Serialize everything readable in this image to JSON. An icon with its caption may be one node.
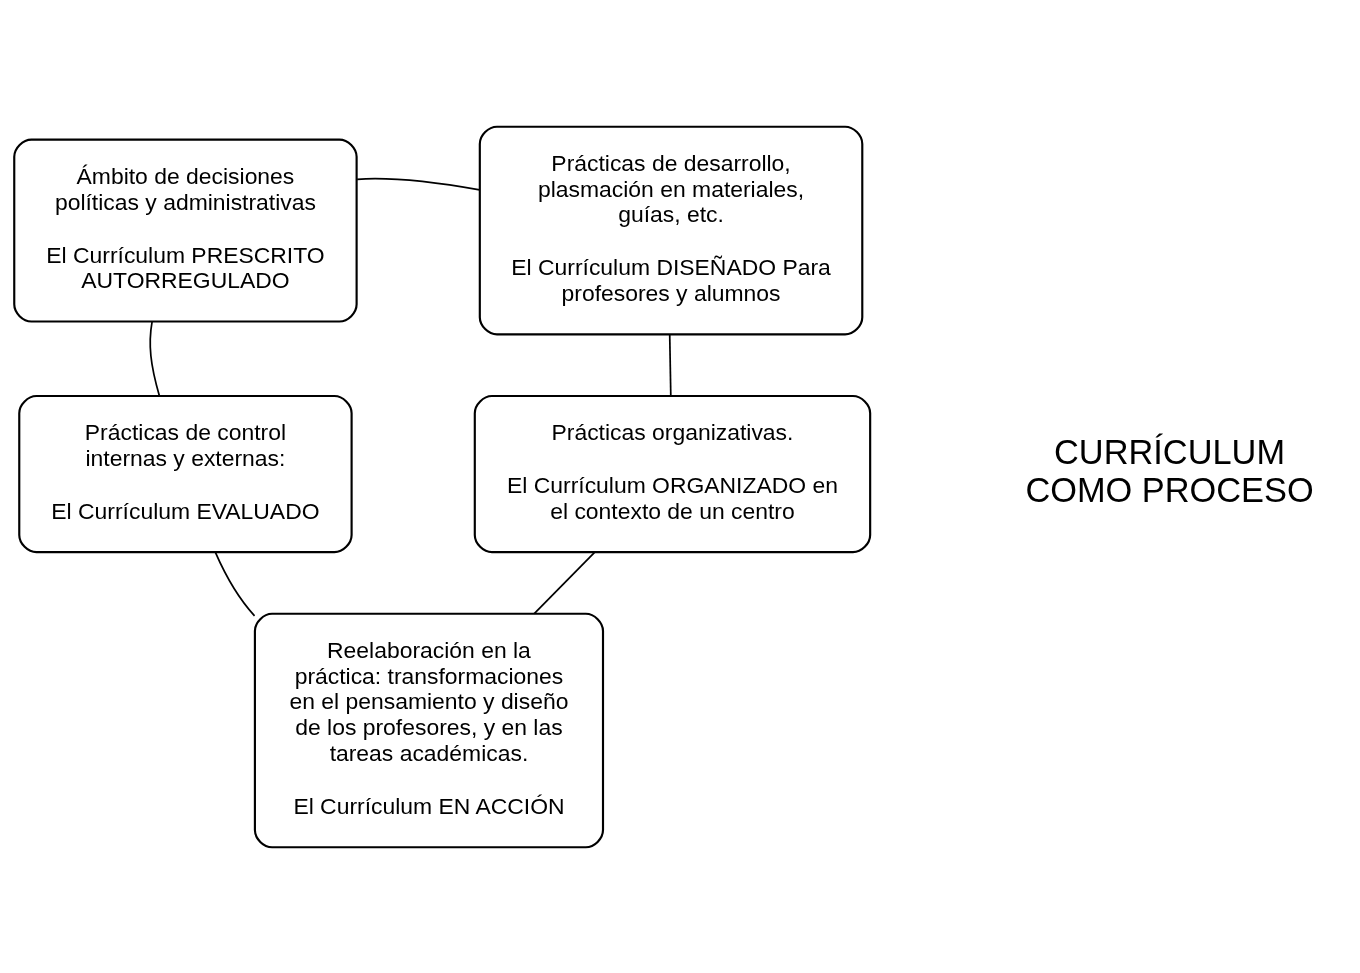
{
  "diagram": {
    "nodes": [
      {
        "text": [
          "Ámbito de decisiones políticas y administrativas",
          "El Currículum PRESCRITO AUTORREGULADO"
        ]
      },
      {
        "text": [
          "Prácticas de desarrollo, plasmación en materiales, guías, etc.",
          "El Currículum DISEÑADO Para profesores y alumnos"
        ]
      },
      {
        "text": [
          "Prácticas de control internas y externas:",
          "El Currículum EVALUADO"
        ]
      },
      {
        "text": [
          "Prácticas organizativas.",
          "El Currículum ORGANIZADO en el contexto de un centro"
        ]
      },
      {
        "text": [
          "Reelaboración en la práctica: transformaciones en el pensamiento y diseño de los profesores, y en las tareas académicas.",
          "El Currículum EN ACCIÓN"
        ]
      }
    ],
    "edges": [
      {
        "from": 0,
        "to": 1,
        "arrow": "none"
      },
      {
        "from": 1,
        "to": 3,
        "arrow": "none"
      },
      {
        "from": 3,
        "to": 4,
        "arrow": "none"
      },
      {
        "from": 2,
        "to": 4,
        "arrow": "none"
      },
      {
        "from": 0,
        "to": 2,
        "arrow": "none"
      }
    ],
    "labels": [
      "CURRÍCULUM COMO PROCESO"
    ]
  }
}
